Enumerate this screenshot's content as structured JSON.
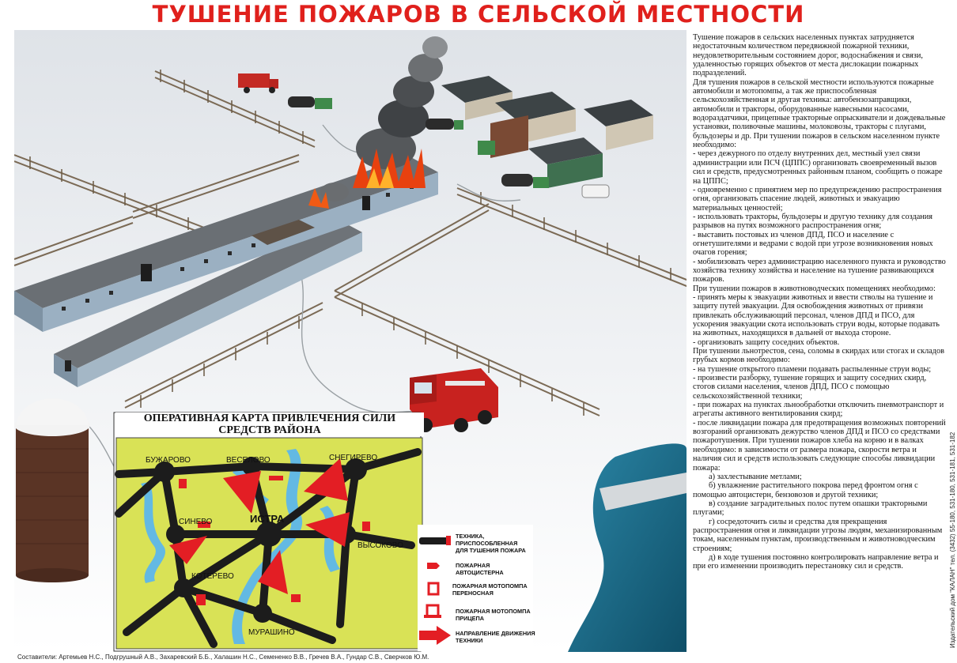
{
  "title": "ТУШЕНИЕ ПОЖАРОВ В СЕЛЬСКОЙ МЕСТНОСТИ",
  "map": {
    "title_line1": "ОПЕРАТИВНАЯ КАРТА ПРИВЛЕЧЕНИЯ СИЛИ",
    "title_line2": "СРЕДСТВ РАЙОНА",
    "villages": {
      "buzharovo": "БУЖАРОВО",
      "veselovo": "ВЕСЕЛОВО",
      "snegirevo": "СНЕГИРЕВО",
      "sinevo": "СИНЕВО",
      "istra": "ИСТРА",
      "vysokovo": "ВЫСОКОВО",
      "koterevo": "КОТЕРЕВО",
      "murashino": "МУРАШИНО"
    },
    "legend": {
      "tech_l1": "ТЕХНИКА,",
      "tech_l2": "ПРИСПОСОБЛЕННАЯ",
      "tech_l3": "ДЛЯ ТУШЕНИЯ ПОЖАРА",
      "tanker_l1": "ПОЖАРНАЯ",
      "tanker_l2": "АВТОЦИСТЕРНА",
      "portable_l1": "ПОЖАРНАЯ МОТОПОМПА",
      "portable_l2": "ПЕРЕНОСНАЯ",
      "trailer_l1": "ПОЖАРНАЯ МОТОПОМПА",
      "trailer_l2": "ПРИЦЕПА",
      "dir_l1": "НАПРАВЛЕНИЕ ДВИЖЕНИЯ",
      "dir_l2": "ТЕХНИКИ"
    }
  },
  "text": {
    "p1": "Тушение пожаров в сельских населенных пунктах затрудняется недостаточным количеством передвижной пожарной техники, неудовлетворительным состоянием дорог, водоснабжения и связи, удаленностью горящих объектов от места дислокации пожарных подразделений.",
    "p2": "Для тушения пожаров в сельской местности используются пожарные автомобили и мотопомпы, а так же приспособленная сельскохозяйственная и другая техника: автобензозаправщики, автомобили и тракторы, оборудованные навесными насосами, водораздатчики, прицепные тракторные опрыскиватели и дождевальные установки, поливочные машины, молоковозы, тракторы с плугами, бульдозеры и др. При тушении пожаров в сельском населенном пункте необходимо:",
    "p3": "- через дежурного по отделу внутренних дел, местный узел связи администрации или ПСЧ (ЦППС) организовать своевременный вызов сил и средств, предусмотренных районным планом, сообщить о пожаре на ЦППС;",
    "p4": "- одновременно с принятием мер по предупреждению распространения огня, организовать спасение людей, животных и эвакуацию материальных ценностей;",
    "p5": "- использовать тракторы, бульдозеры и другую технику для создания разрывов на путях возможного распространения огня;",
    "p6": "- выставить постовых из членов ДПД, ПСО и население с огнетушителями и ведрами с водой при угрозе возникновения новых очагов горения;",
    "p7": "- мобилизовать через администрацию населенного пункта и руководство хозяйства технику хозяйства и население на тушение развивающихся пожаров.",
    "p8": "При тушении пожаров в животноводческих помещениях необходимо:",
    "p9": "- принять меры к эвакуации животных и ввести стволы на тушение и защиту путей эвакуации. Для освобождения животных от привязи привлекать обслуживающий персонал, членов ДПД и ПСО, для ускорения эвакуации скота использовать струи воды, которые подавать на животных, находящихся в дальней от выхода стороне.",
    "p10": "- организовать защиту соседних объектов.",
    "p11": "При тушении льнотрестов, сена, соломы в скирдах или стогах и складов грубых кормов необходимо:",
    "p12": "- на тушение открытого пламени подавать распыленные струи воды;",
    "p13": "- произвести разборку, тушение горящих и защиту соседних скирд, стогов силами населения, членов ДПД, ПСО с помощью сельскохозяйственной техники;",
    "p14": "- при пожарах на пунктах льнообработки отключить пневмотранспорт и агрегаты активного вентилирования скирд;",
    "p15": "- после ликвидации пожара для предотвращения возможных повторений возгораний организовать дежурство членов ДПД и ПСО со средствами пожаротушения. При тушении пожаров хлеба на корню и в валках необходимо: в зависимости от размера пожара, скорости ветра и наличия сил и средств использовать следующие способы ликвидации пожара:",
    "p16": "а) захлестывание метлами;",
    "p17": "б) увлажнение растительного покрова перед фронтом огня с помощью автоцистерн, бензовозов и другой техники;",
    "p18": "в) создание заградительных полос путем опашки тракторными плугами;",
    "p19": "г) сосредоточить силы и средства для прекращения распространения огня и ликвидации угрозы людям, механизированным токам, населенным пунктам, производственным и животноводческим строениям;",
    "p20": "д) в ходе тушения постоянно контролировать направление ветра и при его изменении производить перестановку сил и средств."
  },
  "publisher": "Издательский дом \"КАЛАН\" тел. (3432) 55-180, 531-180, 531-181, 531-182",
  "credits": "Составители: Артемьев Н.С., Подгрушный А.В., Захаревский Б.Б., Халашин Н.С., Семененко В.В., Гречев В.А., Гундар С.В., Сверчков Ю.М.",
  "colors": {
    "title_red": "#e0201c",
    "map_bg": "#d9e256",
    "road": "#1c1c1c",
    "river": "#63b9e3",
    "fire_red": "#e31e24",
    "roof": "#6e7378",
    "wall": "#9bb0c2",
    "water": "#1c6a86"
  }
}
